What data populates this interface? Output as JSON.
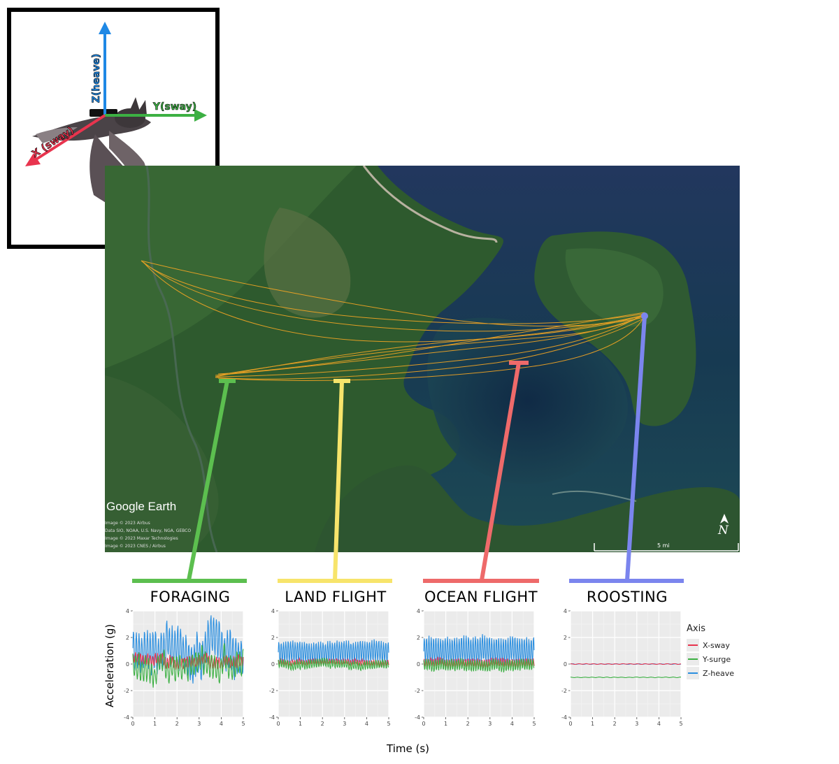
{
  "inset": {
    "axis_z": "Z(heave)",
    "axis_y": "Y(sway)",
    "axis_x": "X (sway)",
    "colors": {
      "z": "#1e88e5",
      "y": "#3cb043",
      "x": "#e8344e"
    }
  },
  "map": {
    "logo": "Google Earth",
    "attributions": [
      "Image © 2023 Airbus",
      "Data SIO, NOAA, U.S. Navy, NGA, GEBCO",
      "Image © 2023 Maxar Technologies",
      "Image © 2023 CNES / Airbus"
    ],
    "north": "N",
    "scale": "5 mi",
    "track_color": "#f5a623"
  },
  "phases": [
    {
      "label": "FORAGING",
      "color": "#5cbf4f"
    },
    {
      "label": "LAND FLIGHT",
      "color": "#f7e46b"
    },
    {
      "label": "OCEAN FLIGHT",
      "color": "#ee6a6a"
    },
    {
      "label": "ROOSTING",
      "color": "#7b85ee"
    }
  ],
  "chart_data": {
    "type": "line",
    "xlabel": "Time (s)",
    "ylabel": "Acceleration (g)",
    "xlim": [
      0,
      5
    ],
    "ylim": [
      -4,
      4
    ],
    "xticks": [
      0,
      1,
      2,
      3,
      4,
      5
    ],
    "yticks": [
      -4,
      -2,
      0,
      2,
      4
    ],
    "legend": {
      "title": "Axis",
      "placement": "right",
      "entries": [
        {
          "name": "X-sway",
          "color": "#e8344e"
        },
        {
          "name": "Y-surge",
          "color": "#3cb043"
        },
        {
          "name": "Z-heave",
          "color": "#2b8fe0"
        }
      ]
    },
    "panels": [
      {
        "title": "FORAGING",
        "series": [
          {
            "name": "Z-heave",
            "mean": 1.2,
            "amp": 1.4,
            "freq": 8,
            "noise": 0.9
          },
          {
            "name": "X-sway",
            "mean": 0.3,
            "amp": 0.4,
            "freq": 9,
            "noise": 0.3
          },
          {
            "name": "Y-surge",
            "mean": -0.2,
            "amp": 0.8,
            "freq": 7,
            "noise": 0.7
          }
        ]
      },
      {
        "title": "LAND FLIGHT",
        "series": [
          {
            "name": "Z-heave",
            "mean": 0.9,
            "amp": 0.8,
            "freq": 9.5,
            "noise": 0.15
          },
          {
            "name": "X-sway",
            "mean": 0.1,
            "amp": 0.2,
            "freq": 9.5,
            "noise": 0.1
          },
          {
            "name": "Y-surge",
            "mean": 0.0,
            "amp": 0.3,
            "freq": 9.5,
            "noise": 0.15
          }
        ]
      },
      {
        "title": "OCEAN FLIGHT",
        "series": [
          {
            "name": "Z-heave",
            "mean": 1.0,
            "amp": 1.0,
            "freq": 9.5,
            "noise": 0.2
          },
          {
            "name": "X-sway",
            "mean": 0.1,
            "amp": 0.3,
            "freq": 9.5,
            "noise": 0.1
          },
          {
            "name": "Y-surge",
            "mean": -0.1,
            "amp": 0.4,
            "freq": 9.5,
            "noise": 0.15
          }
        ]
      },
      {
        "title": "ROOSTING",
        "series": [
          {
            "name": "Z-heave",
            "mean": 0.0,
            "amp": 0.02,
            "freq": 3,
            "noise": 0.01
          },
          {
            "name": "X-sway",
            "mean": 0.0,
            "amp": 0.02,
            "freq": 3,
            "noise": 0.01
          },
          {
            "name": "Y-surge",
            "mean": -1.0,
            "amp": 0.02,
            "freq": 3,
            "noise": 0.01
          }
        ]
      }
    ]
  }
}
